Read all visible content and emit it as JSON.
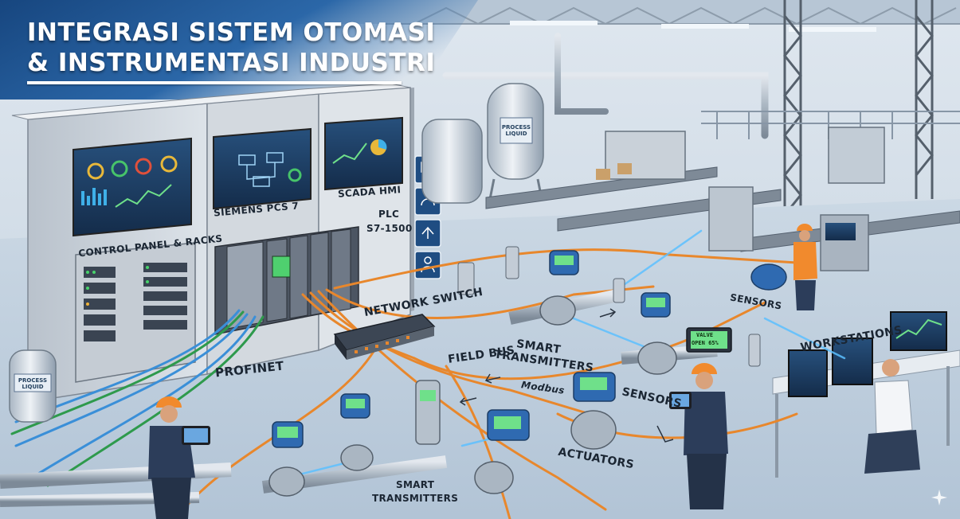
{
  "title": {
    "line1": "INTEGRASI SISTEM OTOMASI",
    "line2": "& INSTRUMENTASI INDUSTRI"
  },
  "labels": {
    "control_panel": "CONTROL PANEL & RACKS",
    "siemens": "SIEMENS PCS 7",
    "scada": "SCADA HMI",
    "plc_line1": "PLC",
    "plc_line2": "S7-1500",
    "network_switch": "NETWORK SWITCH",
    "profinet": "PROFINET",
    "field_bus": "FIELD BUS",
    "smart_transmitters_mid_1": "SMART",
    "smart_transmitters_mid_2": "TRANSMITTERS",
    "modbus": "Modbus",
    "sensors_top": "SENSORS",
    "sensors_mid": "SENSORS",
    "workstations": "WORKSTATIONS",
    "actuators": "ACTUATORS",
    "smart_transmitters_bottom_1": "SMART",
    "smart_transmitters_bottom_2": "TRANSMITTERS",
    "process_liquid_tank": "PROCESS LIQUID",
    "process_liquid_bottle": "PROCESS LIQUID",
    "valve_display_1": "VALVE",
    "valve_display_2": "OPEN 65%"
  },
  "colors": {
    "cable_orange": "#e8872c",
    "cable_blue": "#3a8fd8",
    "cable_green": "#2e9a4c",
    "panel_grey": "#c9cfd6",
    "hmi_screen": "#1f3c5e",
    "title_bg": "#1d4f8a",
    "floor": "#c4d3e1",
    "worker_orange": "#f18a2d",
    "worker_navy": "#2c3d5a"
  },
  "icons": [
    "monitor-icon",
    "gauge-icon",
    "network-icon",
    "operator-icon",
    "sparkle-icon"
  ]
}
